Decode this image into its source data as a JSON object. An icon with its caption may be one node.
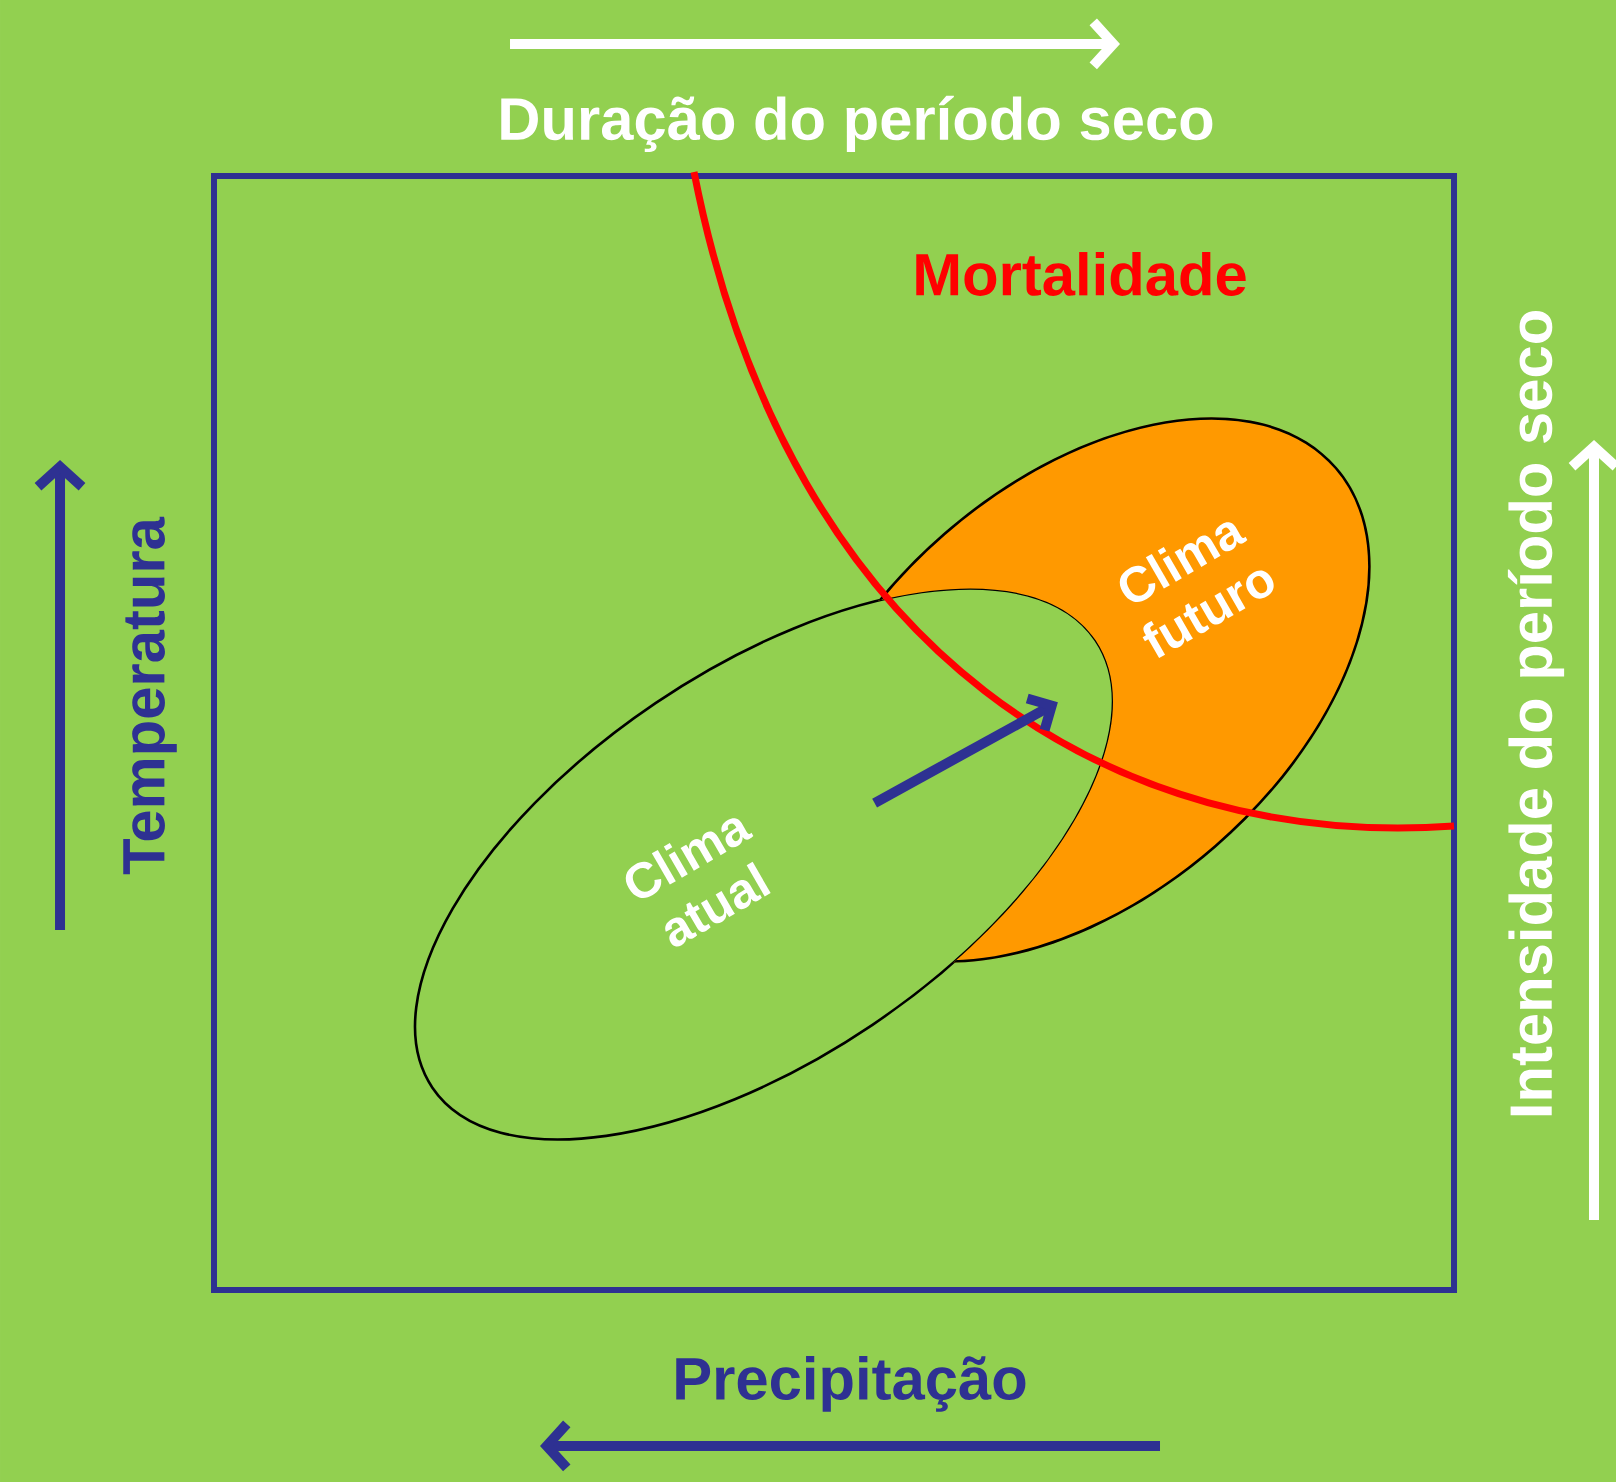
{
  "diagram": {
    "nodes": [
      {
        "text": [],
        "shape": "box"
      },
      {
        "text": [
          "Clima atual"
        ],
        "in": 0
      },
      {
        "text": [
          "Clima futuro"
        ],
        "in": 0
      }
    ],
    "edges": [
      {
        "from": 1,
        "to": 2,
        "arrow": "to"
      }
    ],
    "labels": [
      "Duração do período seco",
      "Mortalidade",
      "Temperatura",
      "Intensidade do período seco",
      "Precipitação"
    ]
  }
}
